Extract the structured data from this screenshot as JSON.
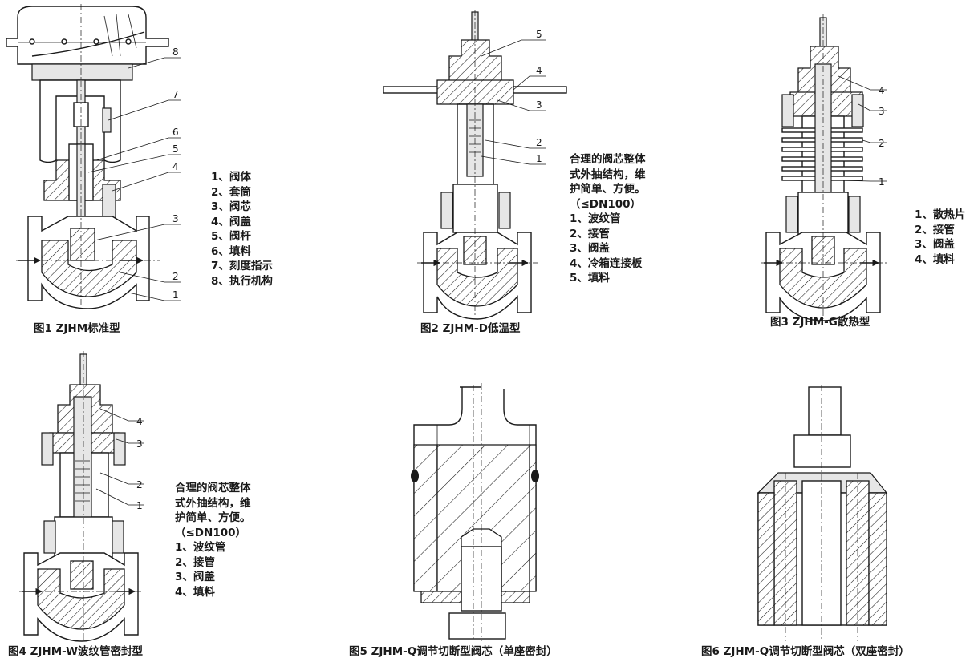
{
  "figure1": {
    "caption": "图1 ZJHM标准型",
    "legend": [
      "1、阀体",
      "2、套筒",
      "3、阀芯",
      "4、阀盖",
      "5、阀杆",
      "6、填料",
      "7、刻度指示",
      "8、执行机构"
    ],
    "callouts": [
      "8",
      "7",
      "6",
      "5",
      "4",
      "3",
      "2",
      "1"
    ]
  },
  "figure2": {
    "caption": "图2 ZJHM-D低温型",
    "note": [
      "合理的阀芯整体",
      "式外抽结构，维",
      "护简单、方便。",
      "（≤DN100）"
    ],
    "legend": [
      "1、波纹管",
      "2、接管",
      "3、阀盖",
      "4、冷箱连接板",
      "5、填料"
    ],
    "callouts": [
      "5",
      "4",
      "3",
      "2",
      "1"
    ]
  },
  "figure3": {
    "caption": "图3 ZJHM-G散热型",
    "legend": [
      "1、散热片",
      "2、接管",
      "3、阀盖",
      "4、填料"
    ],
    "callouts": [
      "4",
      "3",
      "2",
      "1"
    ]
  },
  "figure4": {
    "caption": "图4 ZJHM-W波纹管密封型",
    "note": [
      "合理的阀芯整体",
      "式外抽结构，维",
      "护简单、方便。",
      "（≤DN100）"
    ],
    "legend": [
      "1、波纹管",
      "2、接管",
      "3、阀盖",
      "4、填料"
    ],
    "callouts": [
      "4",
      "3",
      "2",
      "1"
    ]
  },
  "figure5": {
    "caption": "图5 ZJHM-Q调节切断型阀芯（单座密封）"
  },
  "figure6": {
    "caption": "图6 ZJHM-Q调节切断型阀芯（双座密封）"
  }
}
